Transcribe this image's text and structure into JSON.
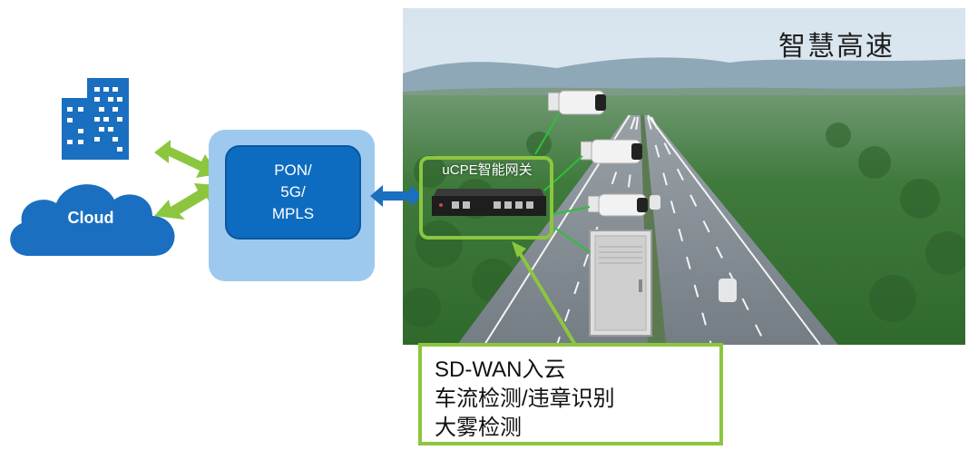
{
  "cloud": {
    "label": "Cloud"
  },
  "network": {
    "lines": [
      "PON/",
      "5G/",
      "MPLS"
    ]
  },
  "scene": {
    "title": "智慧高速"
  },
  "ucpe": {
    "label": "uCPE智能网关"
  },
  "features": {
    "items": [
      "SD-WAN入云",
      "车流检测/违章识别",
      "大雾检测"
    ]
  },
  "colors": {
    "accent_green": "#8cc63f",
    "network_dark": "#0e6cc0",
    "network_light": "#9dc9ee",
    "icon_blue": "#1a6fc0",
    "connector_blue": "#1a6fc0"
  },
  "icons": [
    "buildings-icon",
    "cloud-icon",
    "camera-icon",
    "cabinet-icon",
    "gateway-device-icon"
  ]
}
